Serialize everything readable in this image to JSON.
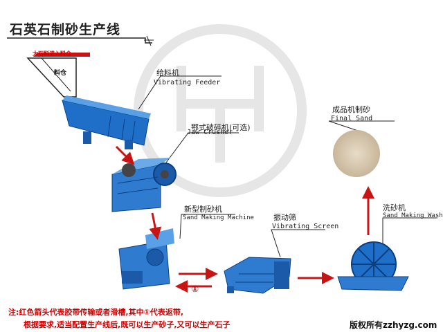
{
  "title": "石英石制砂生产线",
  "feed_label": "大石料进入料仓",
  "hopper_label": "料仓",
  "equipment": [
    {
      "cn": "给料机",
      "en": "Vibrating Feeder"
    },
    {
      "cn": "鄂式破碎机(可选)",
      "en": "Jaw Crusher"
    },
    {
      "cn": "新型制砂机",
      "en": "Sand Making Machine"
    },
    {
      "cn": "振动筛",
      "en": "Vibrating Screen"
    },
    {
      "cn": "洗砂机",
      "en": "Sand Making Washing"
    },
    {
      "cn": "成品机制砂",
      "en": "Final Sand"
    }
  ],
  "return_marker": "①",
  "note_line1": "注:红色箭头代表胶带传输或者滑槽,其中①代表返带,",
  "note_line2": "根据要求,适当配置生产线后,既可以生产砂子,又可以生产石子",
  "copyright": "版权所有zzhyzg.com",
  "colors": {
    "arrow": "#c81414",
    "machine_blue": "#1f6fc8",
    "note_red": "#d00000",
    "watermark": "#e4e4e4"
  }
}
